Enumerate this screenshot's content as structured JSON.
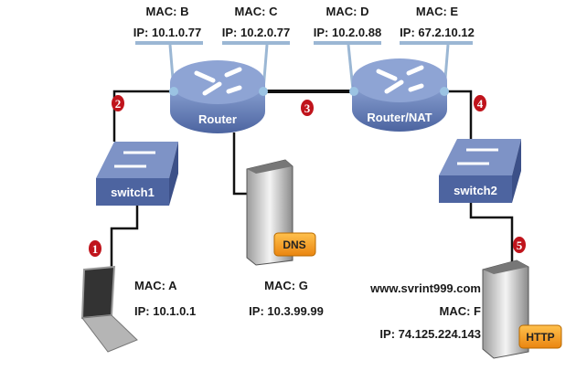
{
  "interfaces": [
    {
      "mac": "MAC: B",
      "ip": "IP: 10.1.0.77"
    },
    {
      "mac": "MAC: C",
      "ip": "IP: 10.2.0.77"
    },
    {
      "mac": "MAC: D",
      "ip": "IP: 10.2.0.88"
    },
    {
      "mac": "MAC: E",
      "ip": "IP: 67.2.10.12"
    }
  ],
  "devices": {
    "router": "Router",
    "router_nat": "Router/NAT",
    "switch1": "switch1",
    "switch2": "switch2",
    "dns_badge": "DNS",
    "http_badge": "HTTP"
  },
  "hosts": {
    "laptop": {
      "mac": "MAC: A",
      "ip": "IP: 10.1.0.1"
    },
    "dns": {
      "mac": "MAC: G",
      "ip": "IP: 10.3.99.99"
    },
    "web": {
      "domain": "www.svrint999.com",
      "mac": "MAC: F",
      "ip": "IP: 74.125.224.143"
    }
  },
  "markers": [
    "1",
    "2",
    "3",
    "4",
    "5"
  ],
  "colors": {
    "device_blue": "#5b73a8",
    "callout": "#9bb7d4",
    "marker_red": "#c0141c",
    "badge_orange": "#f39a1e"
  }
}
